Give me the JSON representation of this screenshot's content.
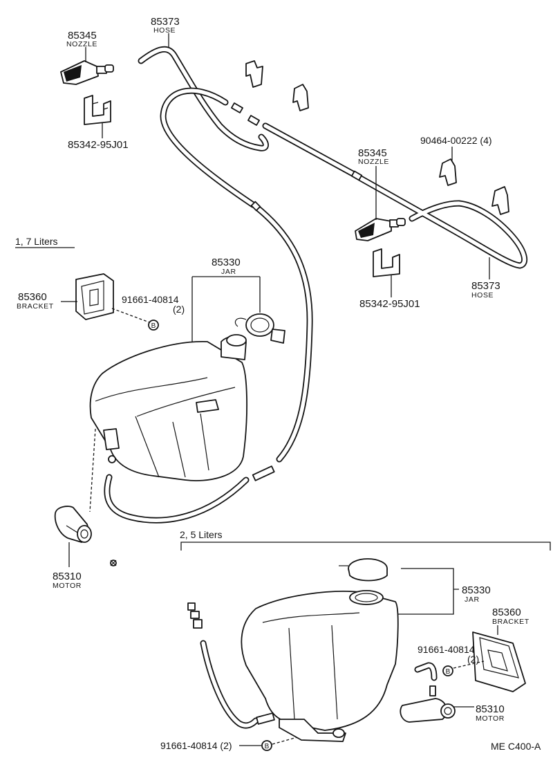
{
  "labels": {
    "hose_top_pn": "85373",
    "hose_top_name": "HOSE",
    "nozzle_left_pn": "85345",
    "nozzle_left_name": "NOZZLE",
    "clip_left_pn": "85342-95J01",
    "clip_small_pn": "90464-00222 (4)",
    "nozzle_right_pn": "85345",
    "nozzle_right_name": "NOZZLE",
    "clip_right_pn": "85342-95J01",
    "hose_right_pn": "85373",
    "hose_right_name": "HOSE",
    "section_small": "1, 7 Liters",
    "bracket_small_pn": "85360",
    "bracket_small_name": "BRACKET",
    "bolt_small_pn": "91661-40814",
    "bolt_small_qty": "(2)",
    "jar_small_pn": "85330",
    "jar_small_name": "JAR",
    "motor_small_pn": "85310",
    "motor_small_name": "MOTOR",
    "section_large": "2, 5 Liters",
    "jar_large_pn": "85330",
    "jar_large_name": "JAR",
    "bracket_large_pn": "85360",
    "bracket_large_name": "BRACKET",
    "bolt_large_pn": "91661-40814",
    "bolt_large_qty": "(2)",
    "motor_large_pn": "85310",
    "motor_large_name": "MOTOR",
    "bolt_bottom": "91661-40814 (2)",
    "ref_code": "ME  C400-A",
    "marker_b": "B"
  },
  "icons": [
    "washer-nozzle-icon",
    "hose-icon",
    "hose-clip-icon",
    "washer-jar-icon",
    "bracket-icon",
    "washer-motor-icon",
    "bolt-icon"
  ]
}
